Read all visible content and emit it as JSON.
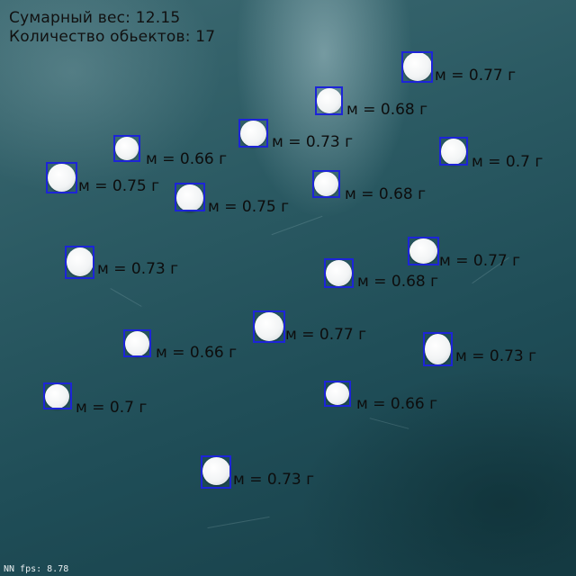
{
  "hud": {
    "total_weight": "Сумарный вес: 12.15",
    "object_count": "Количество обьектов: 17"
  },
  "detections": [
    {
      "label": "м = 0.77 г"
    },
    {
      "label": "м = 0.68 г"
    },
    {
      "label": "м = 0.73 г"
    },
    {
      "label": "м = 0.66 г"
    },
    {
      "label": "м = 0.7 г"
    },
    {
      "label": "м = 0.75 г"
    },
    {
      "label": "м = 0.75 г"
    },
    {
      "label": "м = 0.68 г"
    },
    {
      "label": "м = 0.73 г"
    },
    {
      "label": "м = 0.77 г"
    },
    {
      "label": "м = 0.68 г"
    },
    {
      "label": "м = 0.77 г"
    },
    {
      "label": "м = 0.66 г"
    },
    {
      "label": "м = 0.73 г"
    },
    {
      "label": "м = 0.7 г"
    },
    {
      "label": "м = 0.66 г"
    },
    {
      "label": "м = 0.73 г"
    }
  ],
  "footer": {
    "fps_text": "NN fps: 8.78"
  },
  "colors": {
    "box": "#1d24d8",
    "text": "#0d0d0d",
    "background": "#1f4a55"
  }
}
